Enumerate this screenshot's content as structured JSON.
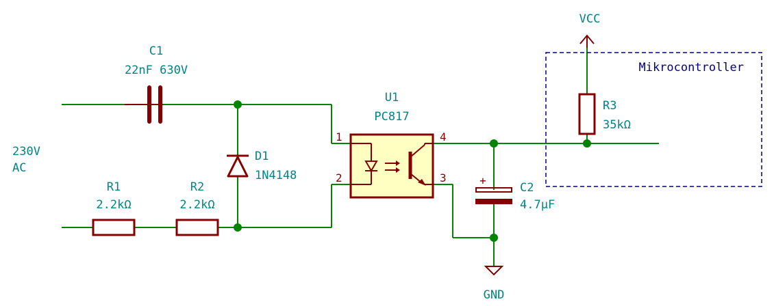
{
  "input_label": {
    "line1": "230V",
    "line2": "AC"
  },
  "c1": {
    "ref": "C1",
    "value": "22nF 630V"
  },
  "d1": {
    "ref": "D1",
    "value": "1N4148"
  },
  "r1": {
    "ref": "R1",
    "value": "2.2kΩ"
  },
  "r2": {
    "ref": "R2",
    "value": "2.2kΩ"
  },
  "u1": {
    "ref": "U1",
    "value": "PC817",
    "pins": [
      "1",
      "2",
      "3",
      "4"
    ]
  },
  "c2": {
    "ref": "C2",
    "value": "4.7µF",
    "polarity": "+"
  },
  "r3": {
    "ref": "R3",
    "value": "35kΩ"
  },
  "vcc": "VCC",
  "gnd": "GND",
  "mcu_box": {
    "label": "Mikrocontroller"
  },
  "colors": {
    "wire": "#008400",
    "component": "#840000",
    "component_fill": "#FFFFC2",
    "text": "#008484",
    "box": "#000084"
  }
}
